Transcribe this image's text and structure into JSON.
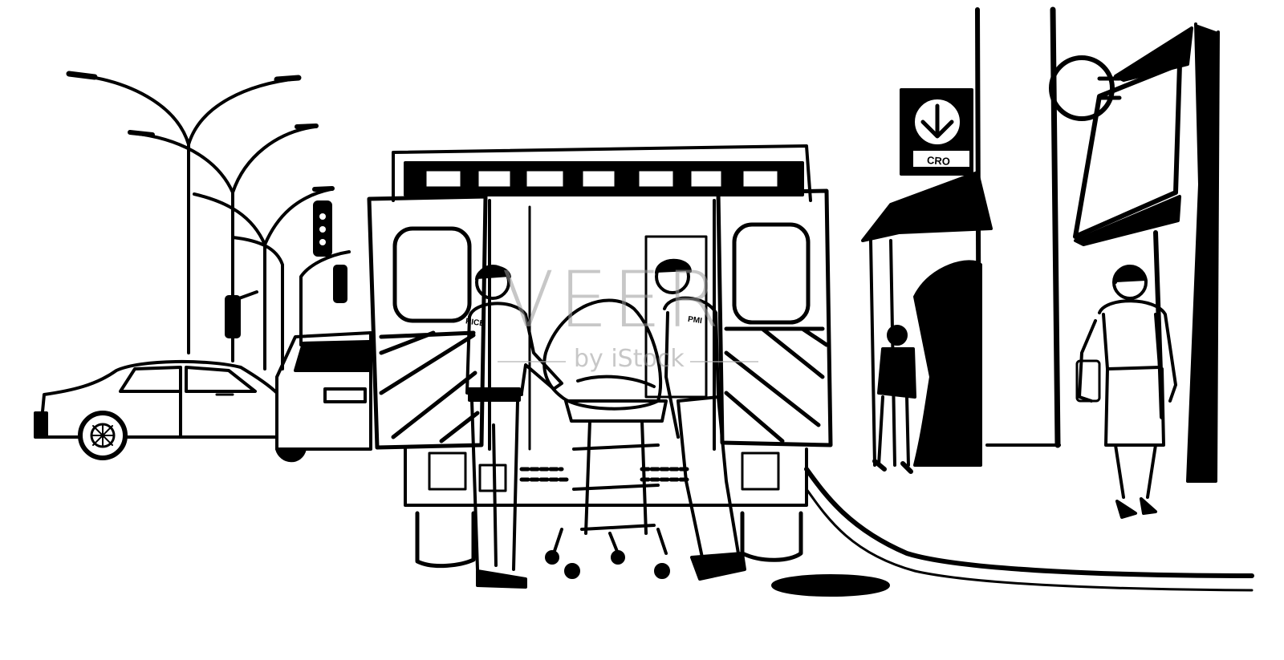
{
  "scene": {
    "line_color": "#000000",
    "background_color": "#ffffff"
  },
  "watermark": {
    "brand": "VEER",
    "sub": "by iStock",
    "color": "#9a9a9a"
  },
  "metro_sign": {
    "icon": "metro-arrow-icon",
    "text": "CRO"
  },
  "paramedic_badges": {
    "left": "RICE",
    "right": "PMI"
  }
}
